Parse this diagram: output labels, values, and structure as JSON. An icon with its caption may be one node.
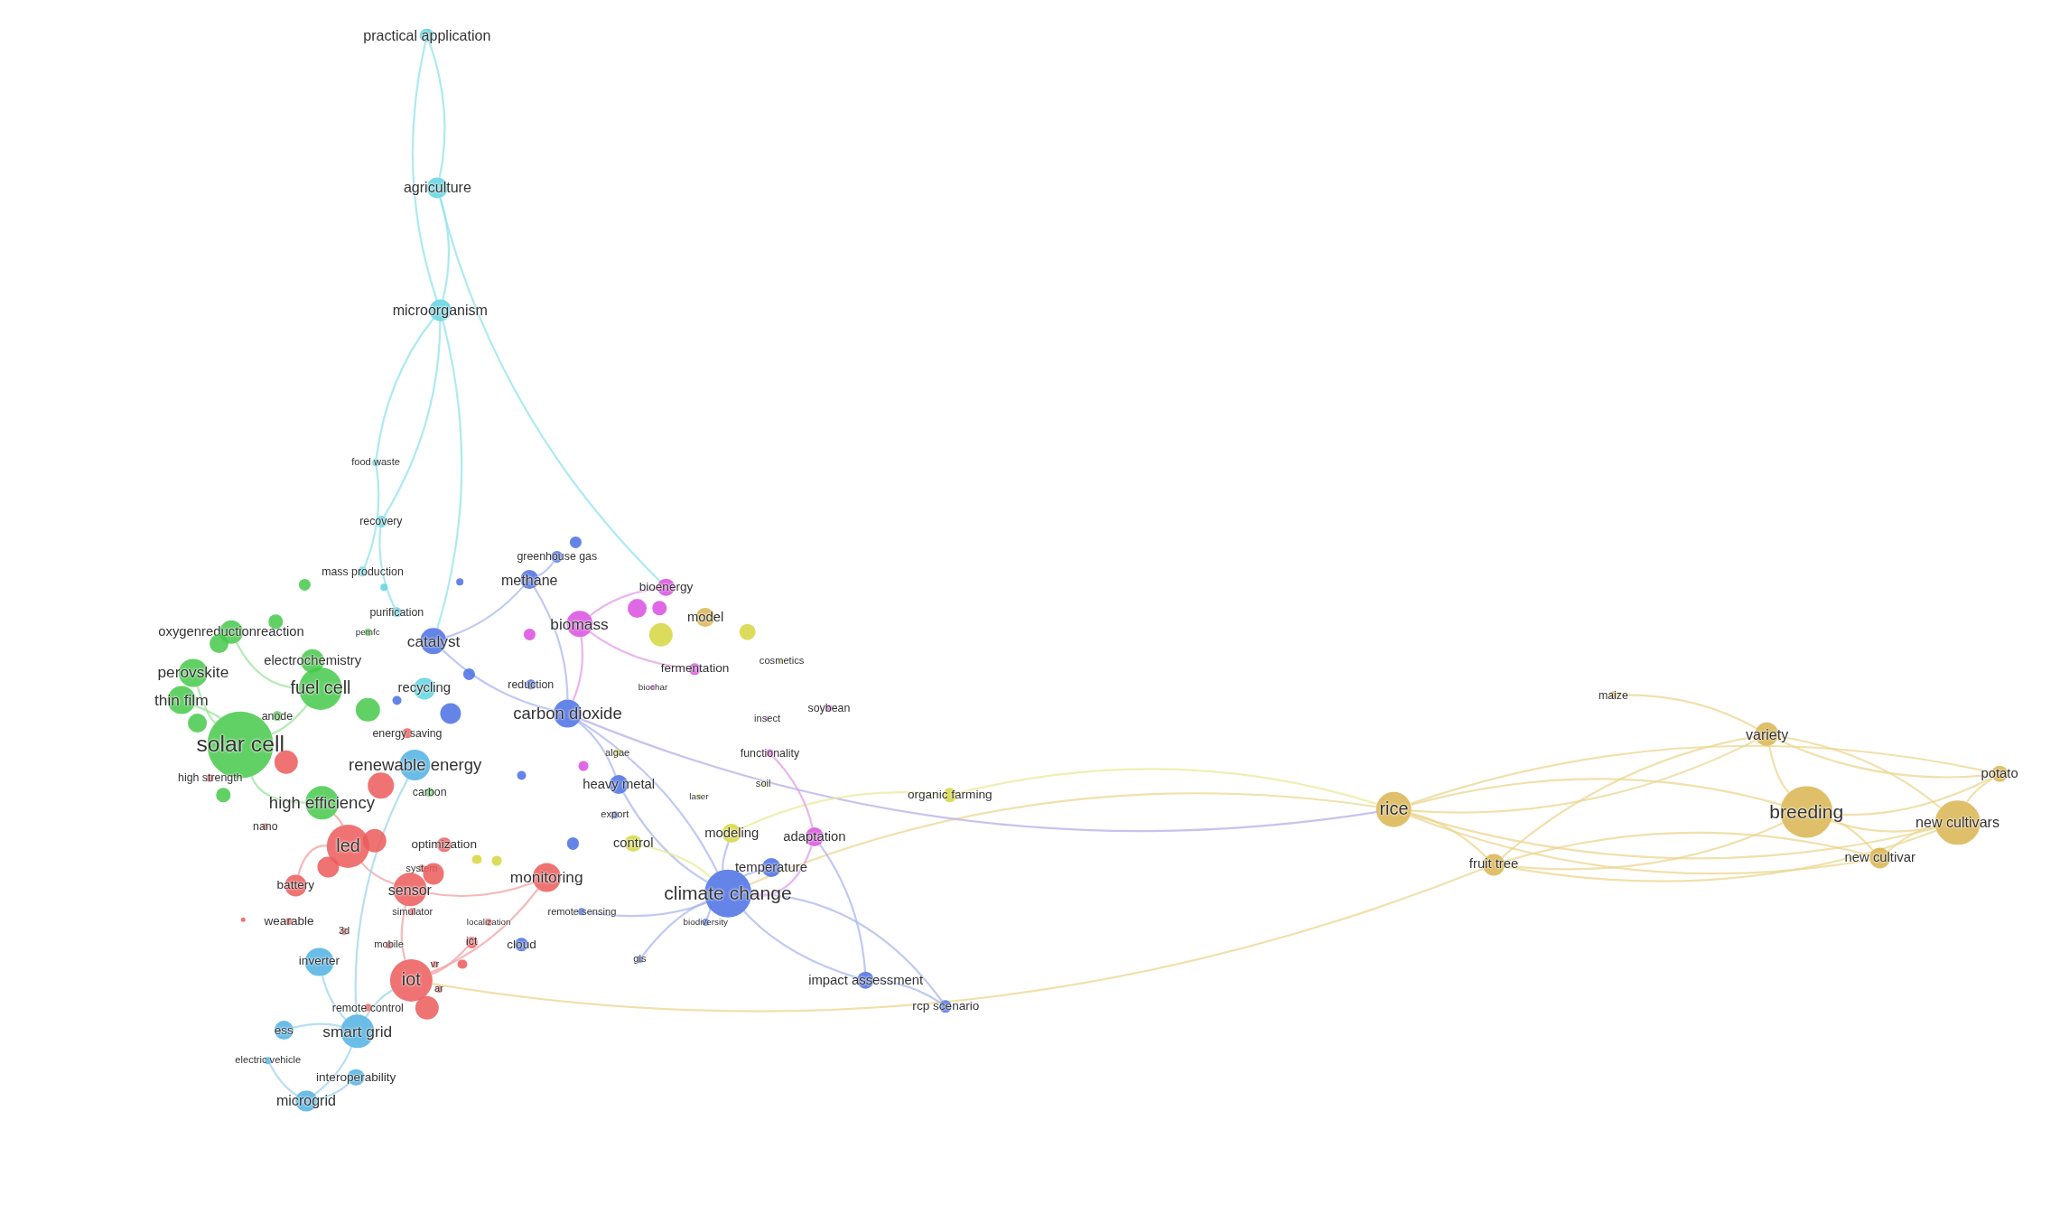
{
  "diagram": {
    "nodes": [
      {
        "text": [
          "practical application"
        ]
      },
      {
        "text": [
          "agriculture"
        ]
      },
      {
        "text": [
          "microorganism"
        ]
      },
      {
        "text": [
          "food waste"
        ]
      },
      {
        "text": [
          "recovery"
        ]
      },
      {
        "text": [
          "mass production"
        ]
      },
      {
        "text": [
          "greenhouse gas"
        ]
      },
      {
        "text": [
          "methane"
        ]
      },
      {
        "text": [
          "bioenergy"
        ]
      },
      {
        "text": [
          "purification"
        ]
      },
      {
        "text": [
          "biomass"
        ]
      },
      {
        "text": [
          "model"
        ]
      },
      {
        "text": [
          "oxygenreductionreaction"
        ]
      },
      {
        "text": [
          "pemfc"
        ]
      },
      {
        "text": [
          "catalyst"
        ]
      },
      {
        "text": [
          "electrochemistry"
        ]
      },
      {
        "text": [
          "fermentation"
        ]
      },
      {
        "text": [
          "cosmetics"
        ]
      },
      {
        "text": [
          "perovskite"
        ]
      },
      {
        "text": [
          "fuel cell"
        ]
      },
      {
        "text": [
          "recycling"
        ]
      },
      {
        "text": [
          "reduction"
        ]
      },
      {
        "text": [
          "biochar"
        ]
      },
      {
        "text": [
          "thin film"
        ]
      },
      {
        "text": [
          "anode"
        ]
      },
      {
        "text": [
          "carbon dioxide"
        ]
      },
      {
        "text": [
          "insect"
        ]
      },
      {
        "text": [
          "soybean"
        ]
      },
      {
        "text": [
          "energy saving"
        ]
      },
      {
        "text": [
          "solar cell"
        ]
      },
      {
        "text": [
          "renewable energy"
        ]
      },
      {
        "text": [
          "functionality"
        ]
      },
      {
        "text": [
          "algae"
        ]
      },
      {
        "text": [
          "high strength"
        ]
      },
      {
        "text": [
          "carbon"
        ]
      },
      {
        "text": [
          "heavy metal"
        ]
      },
      {
        "text": [
          "laser"
        ]
      },
      {
        "text": [
          "soil"
        ]
      },
      {
        "text": [
          "organic farming"
        ]
      },
      {
        "text": [
          "high efficiency"
        ]
      },
      {
        "text": [
          "export"
        ]
      },
      {
        "text": [
          "nano"
        ]
      },
      {
        "text": [
          "led"
        ]
      },
      {
        "text": [
          "optimization"
        ]
      },
      {
        "text": [
          "control"
        ]
      },
      {
        "text": [
          "modeling"
        ]
      },
      {
        "text": [
          "adaptation"
        ]
      },
      {
        "text": [
          "system"
        ]
      },
      {
        "text": [
          "temperature"
        ]
      },
      {
        "text": [
          "battery"
        ]
      },
      {
        "text": [
          "sensor"
        ]
      },
      {
        "text": [
          "monitoring"
        ]
      },
      {
        "text": [
          "climate change"
        ]
      },
      {
        "text": [
          "simulator"
        ]
      },
      {
        "text": [
          "remote sensing"
        ]
      },
      {
        "text": [
          "wearable"
        ]
      },
      {
        "text": [
          "3d"
        ]
      },
      {
        "text": [
          "localization"
        ]
      },
      {
        "text": [
          "biodiversity"
        ]
      },
      {
        "text": [
          "mobile"
        ]
      },
      {
        "text": [
          "ict"
        ]
      },
      {
        "text": [
          "cloud"
        ]
      },
      {
        "text": [
          "inverter"
        ]
      },
      {
        "text": [
          "gis"
        ]
      },
      {
        "text": [
          "iot"
        ]
      },
      {
        "text": [
          "vr"
        ]
      },
      {
        "text": [
          "ar"
        ]
      },
      {
        "text": [
          "impact assessment"
        ]
      },
      {
        "text": [
          "remote control"
        ]
      },
      {
        "text": [
          "rcp scenario"
        ]
      },
      {
        "text": [
          "ess"
        ]
      },
      {
        "text": [
          "smart grid"
        ]
      },
      {
        "text": [
          "electric vehicle"
        ]
      },
      {
        "text": [
          "interoperability"
        ]
      },
      {
        "text": [
          "microgrid"
        ]
      },
      {
        "text": [
          "maize"
        ]
      },
      {
        "text": [
          "variety"
        ]
      },
      {
        "text": [
          "potato"
        ]
      },
      {
        "text": [
          "rice"
        ]
      },
      {
        "text": [
          "breeding"
        ]
      },
      {
        "text": [
          "new cultivars"
        ]
      },
      {
        "text": [
          "fruit tree"
        ]
      },
      {
        "text": [
          "new cultivar"
        ]
      },
      {
        "text": [],
        "shape": "circle"
      },
      {
        "text": [],
        "shape": "circle"
      },
      {
        "text": [],
        "shape": "circle"
      },
      {
        "text": [],
        "shape": "circle"
      },
      {
        "text": [],
        "shape": "circle"
      },
      {
        "text": [],
        "shape": "circle"
      },
      {
        "text": [],
        "shape": "circle"
      },
      {
        "text": [],
        "shape": "circle"
      },
      {
        "text": [],
        "shape": "circle"
      },
      {
        "text": [],
        "shape": "circle"
      },
      {
        "text": [],
        "shape": "circle"
      },
      {
        "text": [],
        "shape": "circle"
      },
      {
        "text": [],
        "shape": "circle"
      },
      {
        "text": [],
        "shape": "circle"
      },
      {
        "text": [],
        "shape": "circle"
      },
      {
        "text": [],
        "shape": "circle"
      },
      {
        "text": [],
        "shape": "circle"
      },
      {
        "text": [],
        "shape": "circle"
      },
      {
        "text": [],
        "shape": "circle"
      },
      {
        "text": [],
        "shape": "circle"
      },
      {
        "text": [],
        "shape": "circle"
      },
      {
        "text": [],
        "shape": "circle"
      },
      {
        "text": [],
        "shape": "circle"
      },
      {
        "text": [],
        "shape": "circle"
      },
      {
        "text": [],
        "shape": "circle"
      },
      {
        "text": [],
        "shape": "circle"
      },
      {
        "text": [],
        "shape": "circle"
      },
      {
        "text": [],
        "shape": "circle"
      },
      {
        "text": [],
        "shape": "circle"
      },
      {
        "text": [],
        "shape": "circle"
      }
    ],
    "edges": [
      {
        "from": 0,
        "to": 1,
        "arrow": "none",
        "color": "#8fe3ec"
      },
      {
        "from": 0,
        "to": 2,
        "arrow": "none",
        "color": "#8fe3ec"
      },
      {
        "from": 1,
        "to": 2,
        "arrow": "none",
        "color": "#8fe3ec"
      },
      {
        "from": 2,
        "to": 3,
        "arrow": "none",
        "color": "#8fe3ec"
      },
      {
        "from": 2,
        "to": 4,
        "arrow": "none",
        "color": "#8fe3ec"
      },
      {
        "from": 4,
        "to": 9,
        "arrow": "none",
        "color": "#8fe3ec"
      },
      {
        "from": 3,
        "to": 5,
        "arrow": "none",
        "color": "#8fe3ec"
      },
      {
        "from": 1,
        "to": 8,
        "arrow": "none",
        "color": "#8fe3ec"
      },
      {
        "from": 2,
        "to": 14,
        "arrow": "none",
        "color": "#8fe3ec"
      },
      {
        "from": 78,
        "to": 76,
        "arrow": "none",
        "color": "#ecd58f"
      },
      {
        "from": 78,
        "to": 79,
        "arrow": "none",
        "color": "#ecd58f"
      },
      {
        "from": 78,
        "to": 80,
        "arrow": "none",
        "color": "#ecd58f"
      },
      {
        "from": 78,
        "to": 81,
        "arrow": "none",
        "color": "#ecd58f"
      },
      {
        "from": 78,
        "to": 82,
        "arrow": "none",
        "color": "#ecd58f"
      },
      {
        "from": 78,
        "to": 77,
        "arrow": "none",
        "color": "#ecd58f"
      },
      {
        "from": 76,
        "to": 79,
        "arrow": "none",
        "color": "#ecd58f"
      },
      {
        "from": 76,
        "to": 80,
        "arrow": "none",
        "color": "#ecd58f"
      },
      {
        "from": 76,
        "to": 77,
        "arrow": "none",
        "color": "#ecd58f"
      },
      {
        "from": 75,
        "to": 76,
        "arrow": "none",
        "color": "#ecd58f"
      },
      {
        "from": 79,
        "to": 80,
        "arrow": "none",
        "color": "#ecd58f"
      },
      {
        "from": 79,
        "to": 82,
        "arrow": "none",
        "color": "#ecd58f"
      },
      {
        "from": 79,
        "to": 77,
        "arrow": "none",
        "color": "#ecd58f"
      },
      {
        "from": 81,
        "to": 82,
        "arrow": "none",
        "color": "#ecd58f"
      },
      {
        "from": 81,
        "to": 80,
        "arrow": "none",
        "color": "#ecd58f"
      },
      {
        "from": 81,
        "to": 76,
        "arrow": "none",
        "color": "#ecd58f"
      },
      {
        "from": 81,
        "to": 79,
        "arrow": "none",
        "color": "#ecd58f"
      },
      {
        "from": 82,
        "to": 80,
        "arrow": "none",
        "color": "#ecd58f"
      },
      {
        "from": 77,
        "to": 80,
        "arrow": "none",
        "color": "#ecd58f"
      },
      {
        "from": 52,
        "to": 78,
        "arrow": "none",
        "color": "#ecd58f"
      },
      {
        "from": 64,
        "to": 81,
        "arrow": "none",
        "color": "#ecd58f"
      },
      {
        "from": 38,
        "to": 78,
        "arrow": "none",
        "color": "#eaea9a"
      },
      {
        "from": 52,
        "to": 67,
        "arrow": "none",
        "color": "#a9b7ef"
      },
      {
        "from": 67,
        "to": 69,
        "arrow": "none",
        "color": "#a9b7ef"
      },
      {
        "from": 52,
        "to": 69,
        "arrow": "none",
        "color": "#a9b7ef"
      },
      {
        "from": 52,
        "to": 48,
        "arrow": "none",
        "color": "#a9b7ef"
      },
      {
        "from": 52,
        "to": 63,
        "arrow": "none",
        "color": "#a9b7ef"
      },
      {
        "from": 25,
        "to": 52,
        "arrow": "none",
        "color": "#a9b7ef"
      },
      {
        "from": 54,
        "to": 52,
        "arrow": "none",
        "color": "#a9b7ef"
      },
      {
        "from": 58,
        "to": 52,
        "arrow": "none",
        "color": "#a9b7ef"
      },
      {
        "from": 45,
        "to": 52,
        "arrow": "none",
        "color": "#a9b7ef"
      },
      {
        "from": 46,
        "to": 67,
        "arrow": "none",
        "color": "#a9b7ef"
      },
      {
        "from": 25,
        "to": 7,
        "arrow": "none",
        "color": "#a9b7ef"
      },
      {
        "from": 25,
        "to": 14,
        "arrow": "none",
        "color": "#a9b7ef"
      },
      {
        "from": 14,
        "to": 7,
        "arrow": "none",
        "color": "#a9b7ef"
      },
      {
        "from": 25,
        "to": 35,
        "arrow": "none",
        "color": "#a9b7ef"
      },
      {
        "from": 35,
        "to": 52,
        "arrow": "none",
        "color": "#a9b7ef"
      },
      {
        "from": 6,
        "to": 7,
        "arrow": "none",
        "color": "#a9b7ef"
      },
      {
        "from": 25,
        "to": 78,
        "arrow": "none",
        "color": "#b6aee8"
      },
      {
        "from": 44,
        "to": 52,
        "arrow": "none",
        "color": "#eaea9a"
      },
      {
        "from": 38,
        "to": 45,
        "arrow": "none",
        "color": "#eaea9a"
      },
      {
        "from": 10,
        "to": 8,
        "arrow": "none",
        "color": "#e39be8"
      },
      {
        "from": 10,
        "to": 16,
        "arrow": "none",
        "color": "#e39be8"
      },
      {
        "from": 10,
        "to": 25,
        "arrow": "none",
        "color": "#e39be8"
      },
      {
        "from": 46,
        "to": 31,
        "arrow": "none",
        "color": "#e39be8"
      },
      {
        "from": 52,
        "to": 46,
        "arrow": "none",
        "color": "#e39be8"
      },
      {
        "from": 29,
        "to": 19,
        "arrow": "none",
        "color": "#9be39b"
      },
      {
        "from": 29,
        "to": 18,
        "arrow": "none",
        "color": "#9be39b"
      },
      {
        "from": 29,
        "to": 23,
        "arrow": "none",
        "color": "#9be39b"
      },
      {
        "from": 19,
        "to": 15,
        "arrow": "none",
        "color": "#9be39b"
      },
      {
        "from": 19,
        "to": 12,
        "arrow": "none",
        "color": "#9be39b"
      },
      {
        "from": 29,
        "to": 39,
        "arrow": "none",
        "color": "#9be39b"
      },
      {
        "from": 42,
        "to": 50,
        "arrow": "none",
        "color": "#f2a0a0"
      },
      {
        "from": 64,
        "to": 50,
        "arrow": "none",
        "color": "#f2a0a0"
      },
      {
        "from": 64,
        "to": 51,
        "arrow": "none",
        "color": "#f2a0a0"
      },
      {
        "from": 42,
        "to": 49,
        "arrow": "none",
        "color": "#f2a0a0"
      },
      {
        "from": 64,
        "to": 60,
        "arrow": "none",
        "color": "#f2a0a0"
      },
      {
        "from": 51,
        "to": 50,
        "arrow": "none",
        "color": "#f2a0a0"
      },
      {
        "from": 42,
        "to": 39,
        "arrow": "none",
        "color": "#f2a0a0"
      },
      {
        "from": 71,
        "to": 74,
        "arrow": "none",
        "color": "#9fd3ef"
      },
      {
        "from": 71,
        "to": 70,
        "arrow": "none",
        "color": "#9fd3ef"
      },
      {
        "from": 71,
        "to": 62,
        "arrow": "none",
        "color": "#9fd3ef"
      },
      {
        "from": 74,
        "to": 73,
        "arrow": "none",
        "color": "#9fd3ef"
      },
      {
        "from": 71,
        "to": 64,
        "arrow": "none",
        "color": "#9fd3ef"
      },
      {
        "from": 30,
        "to": 71,
        "arrow": "none",
        "color": "#9fd3ef"
      },
      {
        "from": 74,
        "to": 72,
        "arrow": "none",
        "color": "#9fd3ef"
      }
    ]
  }
}
